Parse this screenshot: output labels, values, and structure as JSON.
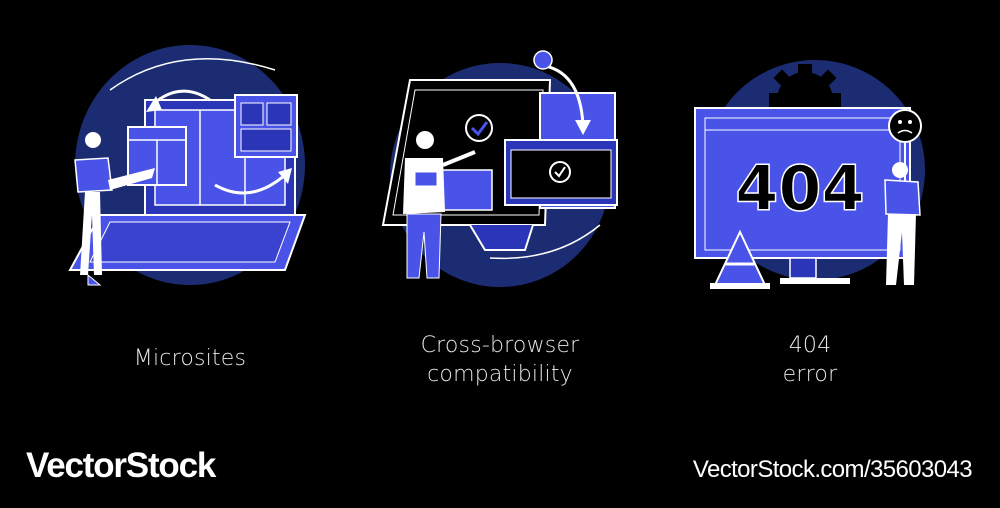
{
  "colors": {
    "background": "#000000",
    "blob": "#1c2c72",
    "accent": "#4a53e8",
    "line": "#ffffff",
    "text": "#e6e6e6"
  },
  "illustrations": [
    {
      "icon": "microsites-illustration",
      "caption_lines": [
        "Microsites"
      ]
    },
    {
      "icon": "cross-browser-illustration",
      "caption_lines": [
        "Cross-browser",
        "compatibility"
      ]
    },
    {
      "icon": "404-error-illustration",
      "screen_text": "404",
      "caption_lines": [
        "404",
        "error"
      ]
    }
  ],
  "watermark": {
    "logo_text": "VectorStock",
    "url_text": "VectorStock.com/35603043"
  }
}
